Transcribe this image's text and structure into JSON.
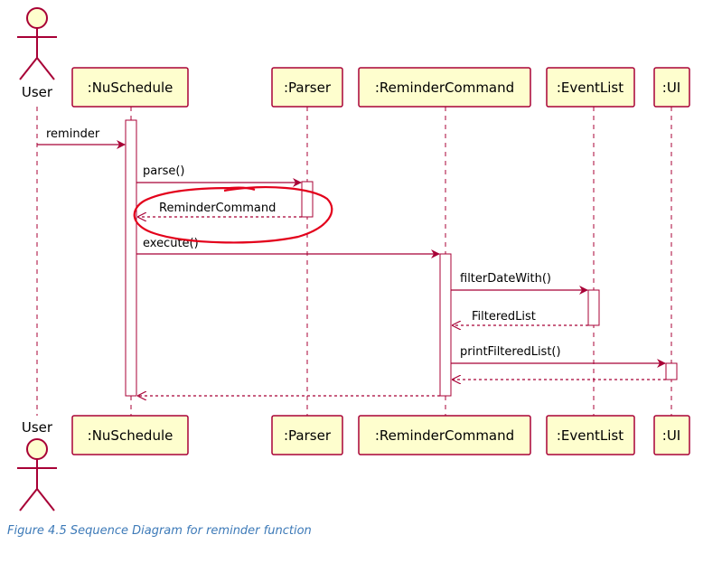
{
  "actor": {
    "name": "User"
  },
  "participants": [
    {
      "label": ":NuSchedule"
    },
    {
      "label": ":Parser"
    },
    {
      "label": ":ReminderCommand"
    },
    {
      "label": ":EventList"
    },
    {
      "label": ":UI"
    }
  ],
  "messages": [
    {
      "label": "reminder"
    },
    {
      "label": "parse()"
    },
    {
      "label": "ReminderCommand"
    },
    {
      "label": "execute()"
    },
    {
      "label": "filterDateWith()"
    },
    {
      "label": "FilteredList"
    },
    {
      "label": "printFilteredList()"
    }
  ],
  "colors": {
    "participant_fill": "#fefece",
    "line": "#a80036",
    "highlight": "#e3001b",
    "caption": "#3d7ab8"
  },
  "caption": "Figure 4.5 Sequence Diagram for reminder function"
}
